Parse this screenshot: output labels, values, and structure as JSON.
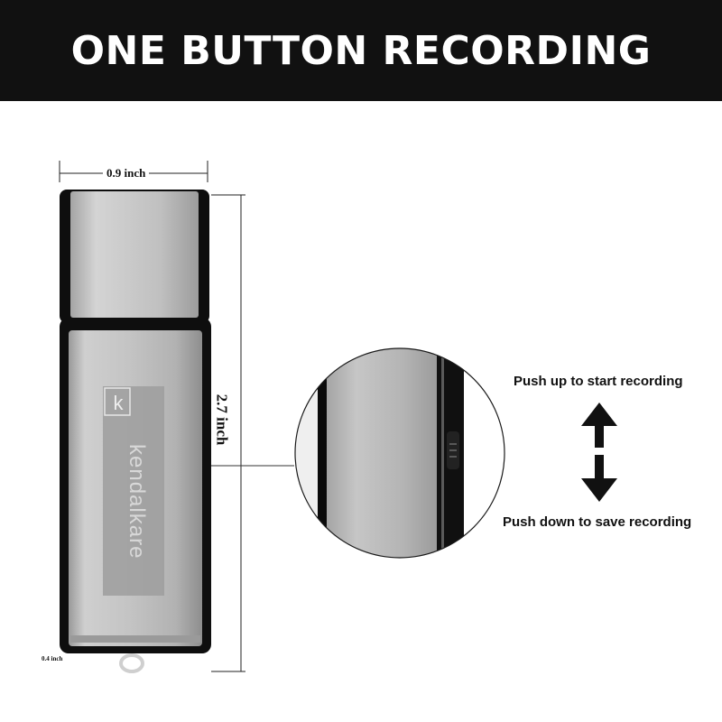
{
  "header": {
    "title": "ONE BUTTON RECORDING"
  },
  "dimensions": {
    "width": "0.9 inch",
    "height": "2.7 inch",
    "depth": "0.4 inch"
  },
  "device": {
    "brand": "kendalkare",
    "logo_letter": "k"
  },
  "instructions": {
    "up": "Push up to start recording",
    "down": "Push down to save recording"
  },
  "colors": {
    "banner": "#111111",
    "banner_text": "#ffffff",
    "body_silver": "#b8b8b8",
    "casing": "#0e0e0e"
  }
}
